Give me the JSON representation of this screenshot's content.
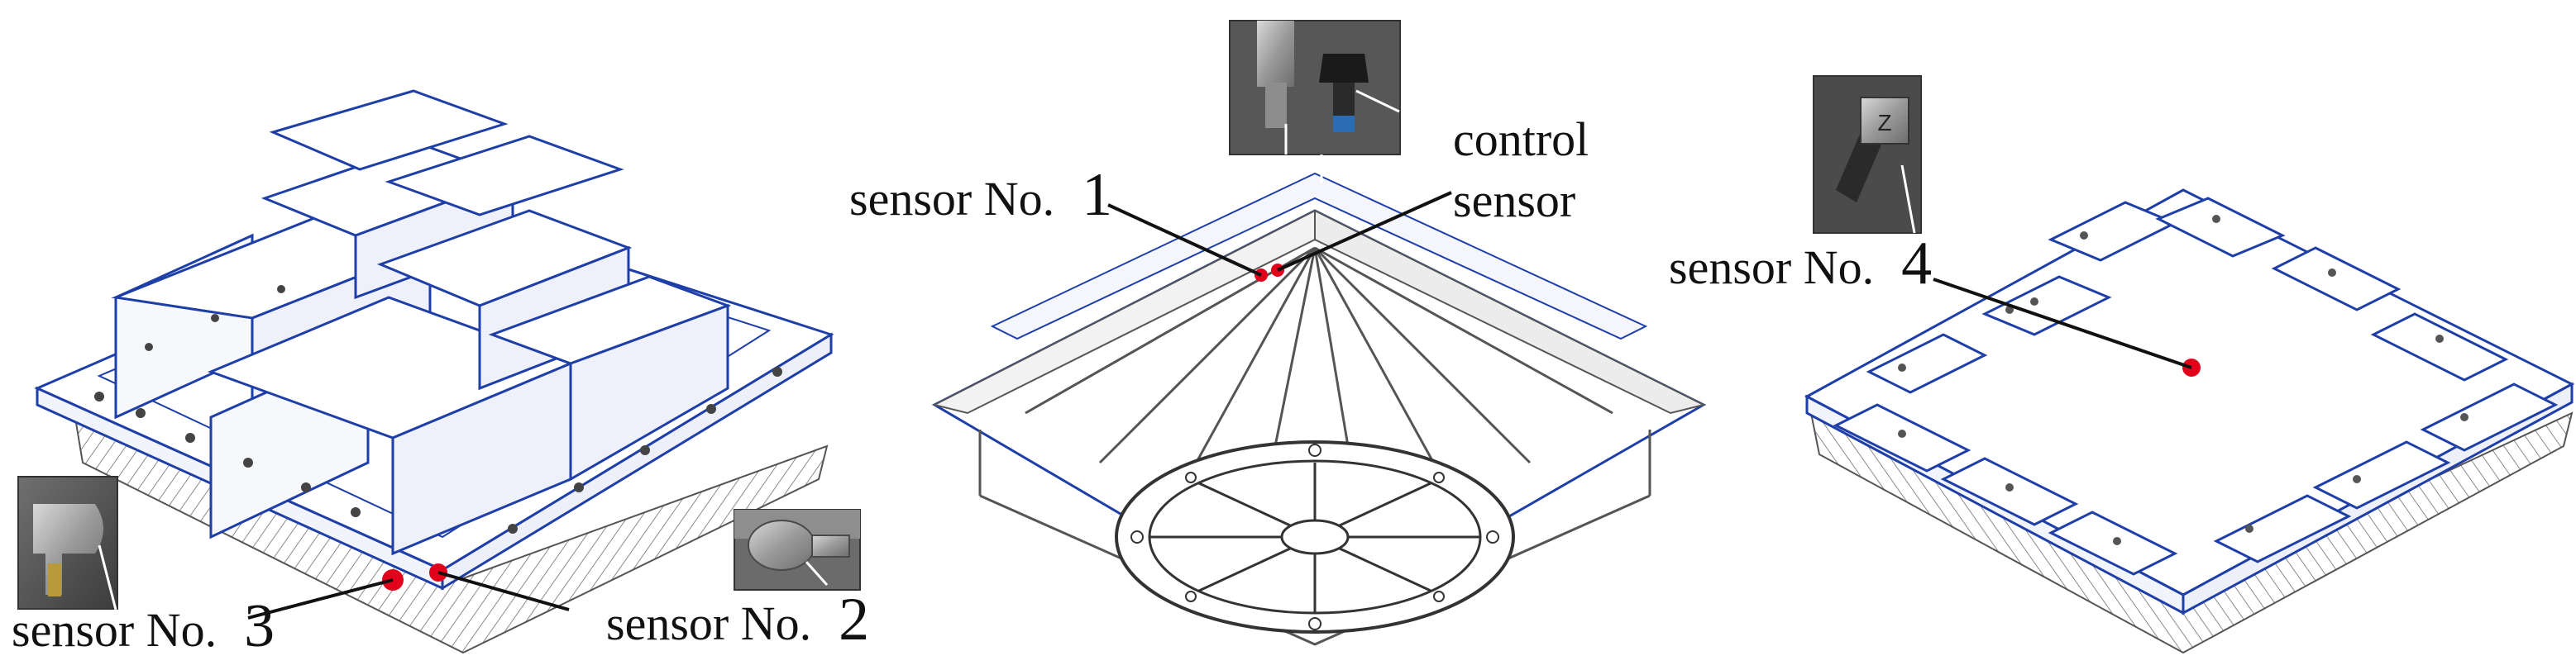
{
  "labels": {
    "sensor1_prefix": "sensor No.",
    "sensor1_num": "1",
    "sensor2_prefix": "sensor No.",
    "sensor2_num": "2",
    "sensor3_prefix": "sensor No.",
    "sensor3_num": "3",
    "sensor4_prefix": "sensor No.",
    "sensor4_num": "4",
    "control_line1": "control",
    "control_line2": "sensor",
    "photo_accelerometer_text": "Z"
  },
  "colors": {
    "sensor_marker": "#e3001b",
    "drawing_line": "#1f3fa8",
    "leader_line": "#111111"
  },
  "icons": {
    "views": [
      "payload-with-boxes-view",
      "bottom-view",
      "mounting-frame-view"
    ],
    "photos": [
      "sensor3-photo",
      "sensor2-photo",
      "control-sensor-photo",
      "sensor4-photo"
    ]
  }
}
